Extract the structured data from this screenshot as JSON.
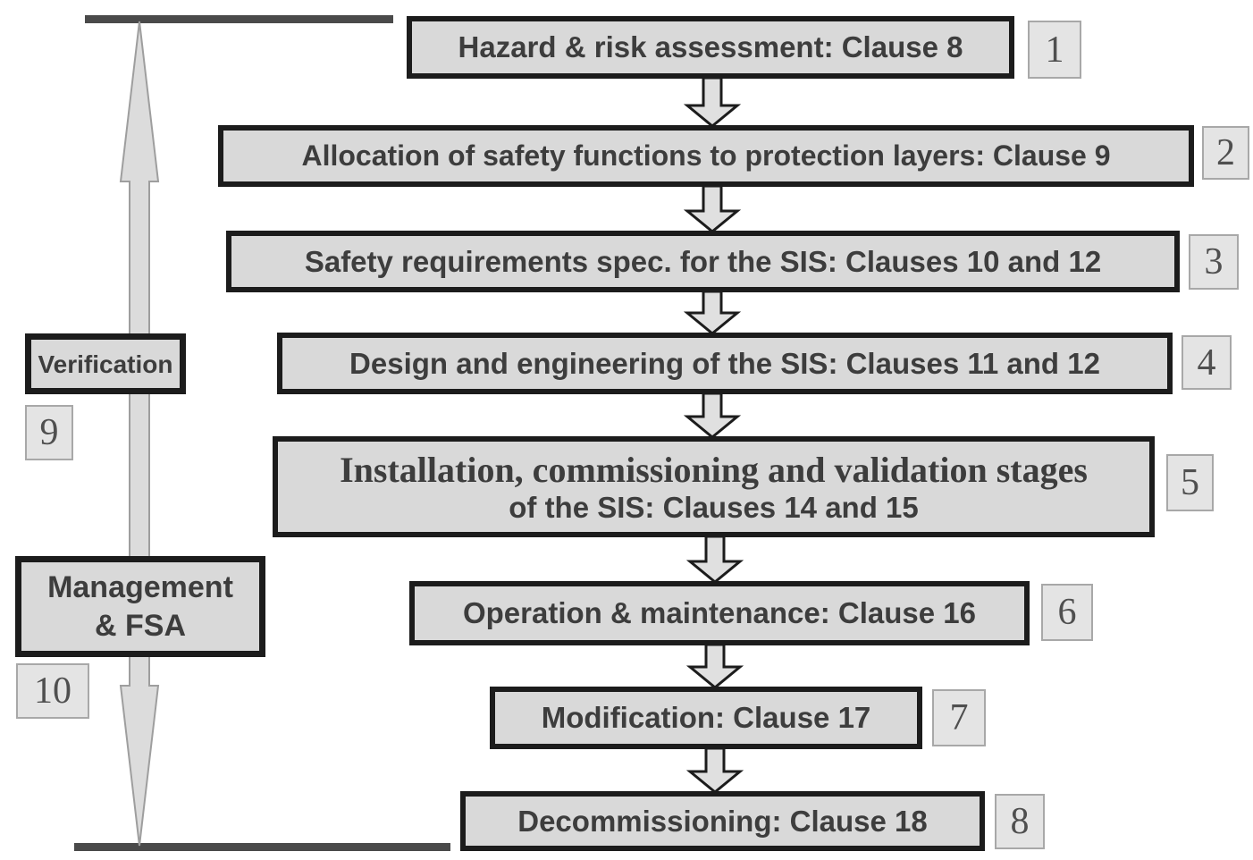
{
  "flow": {
    "boxes": [
      {
        "label": "Hazard & risk assessment: Clause 8",
        "number": "1"
      },
      {
        "label": "Allocation of safety functions to protection layers: Clause 9",
        "number": "2"
      },
      {
        "label": "Safety requirements spec. for the SIS: Clauses 10 and 12",
        "number": "3"
      },
      {
        "label": "Design and engineering of the SIS: Clauses 11 and 12",
        "number": "4"
      },
      {
        "line1": "Installation, commissioning and validation stages",
        "line2": "of the SIS: Clauses 14 and 15",
        "number": "5"
      },
      {
        "label": "Operation & maintenance: Clause 16",
        "number": "6"
      },
      {
        "label": "Modification: Clause 17",
        "number": "7"
      },
      {
        "label": "Decommissioning: Clause 18",
        "number": "8"
      }
    ],
    "side_boxes": {
      "verification": {
        "label": "Verification",
        "number": "9"
      },
      "management": {
        "line1": "Management",
        "line2": "& FSA",
        "number": "10"
      }
    }
  },
  "icons": {
    "down_arrow": "outlined-down-block-arrow",
    "span_arrow": "double-headed-vertical-arrow"
  },
  "colors": {
    "box_fill": "#d9d9d9",
    "box_border": "#1c1c1c",
    "badge_fill": "#e4e4e4",
    "badge_border": "#a8a8a8",
    "text": "#3d3d3d",
    "badge_text": "#4f4f4f",
    "bar": "#4a4a4a",
    "arrow_fill": "#e0e0e0",
    "span_arrow_fill": "#dcdcdc",
    "span_arrow_stroke": "#9e9e9e"
  }
}
